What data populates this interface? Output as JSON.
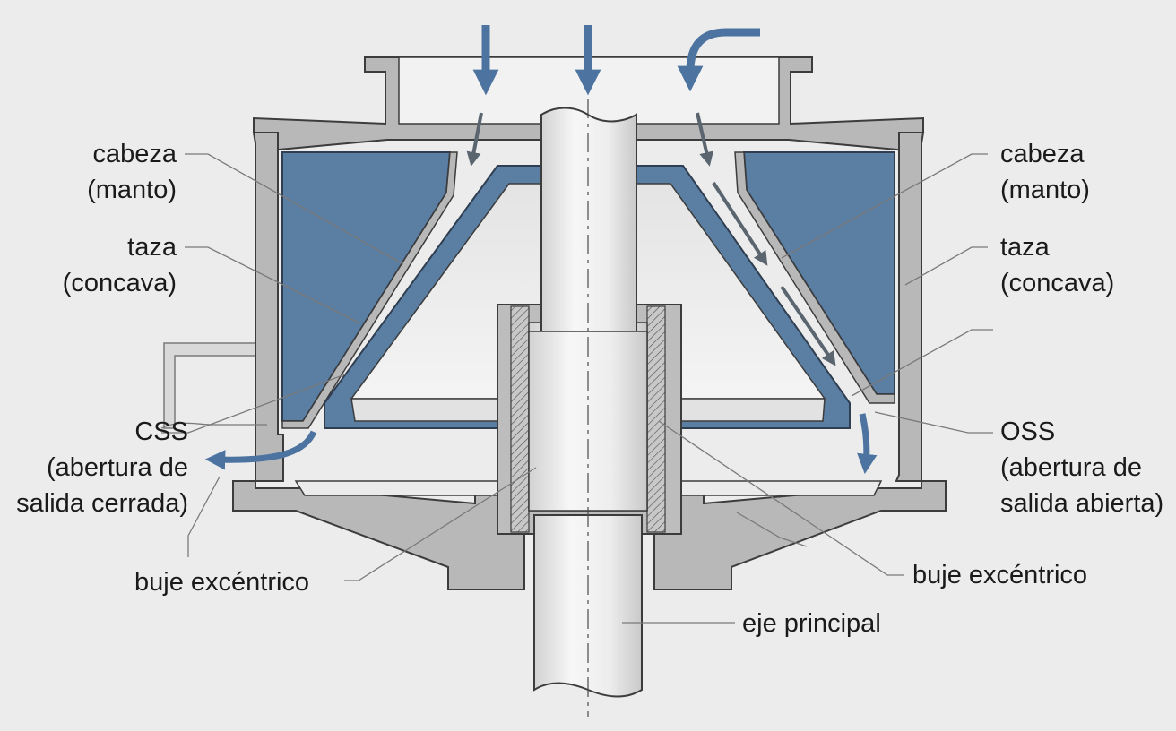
{
  "labels": {
    "left_head": [
      "cabeza",
      "(manto)"
    ],
    "left_bowl": [
      "taza",
      "(concava)"
    ],
    "left_css": [
      "CSS",
      "(abertura de",
      "salida cerrada)"
    ],
    "left_bushing": "buje excéntrico",
    "right_head": [
      "cabeza",
      "(manto)"
    ],
    "right_bowl": [
      "taza",
      "(concava)"
    ],
    "right_oss": [
      "OSS",
      "(abertura de",
      "salida abierta)"
    ],
    "right_bushing": "buje excéntrico",
    "main_shaft": "eje principal"
  },
  "colors": {
    "background": "#ececec",
    "liner_blue": "#5b7ea3",
    "flow_arrow": "#4d74a0",
    "material_arrow": "#5a6570",
    "metal_grey": "#b7b7b7",
    "shaft_light": "#eeeeee",
    "outline": "#3c3c3c",
    "leader_line": "#7a7a7a"
  },
  "icons": {
    "feed_arrows": "down-arrow-icon",
    "curved_feed_arrow": "curved-arrow-icon",
    "discharge_arrows": "discharge-arrow-icon"
  }
}
